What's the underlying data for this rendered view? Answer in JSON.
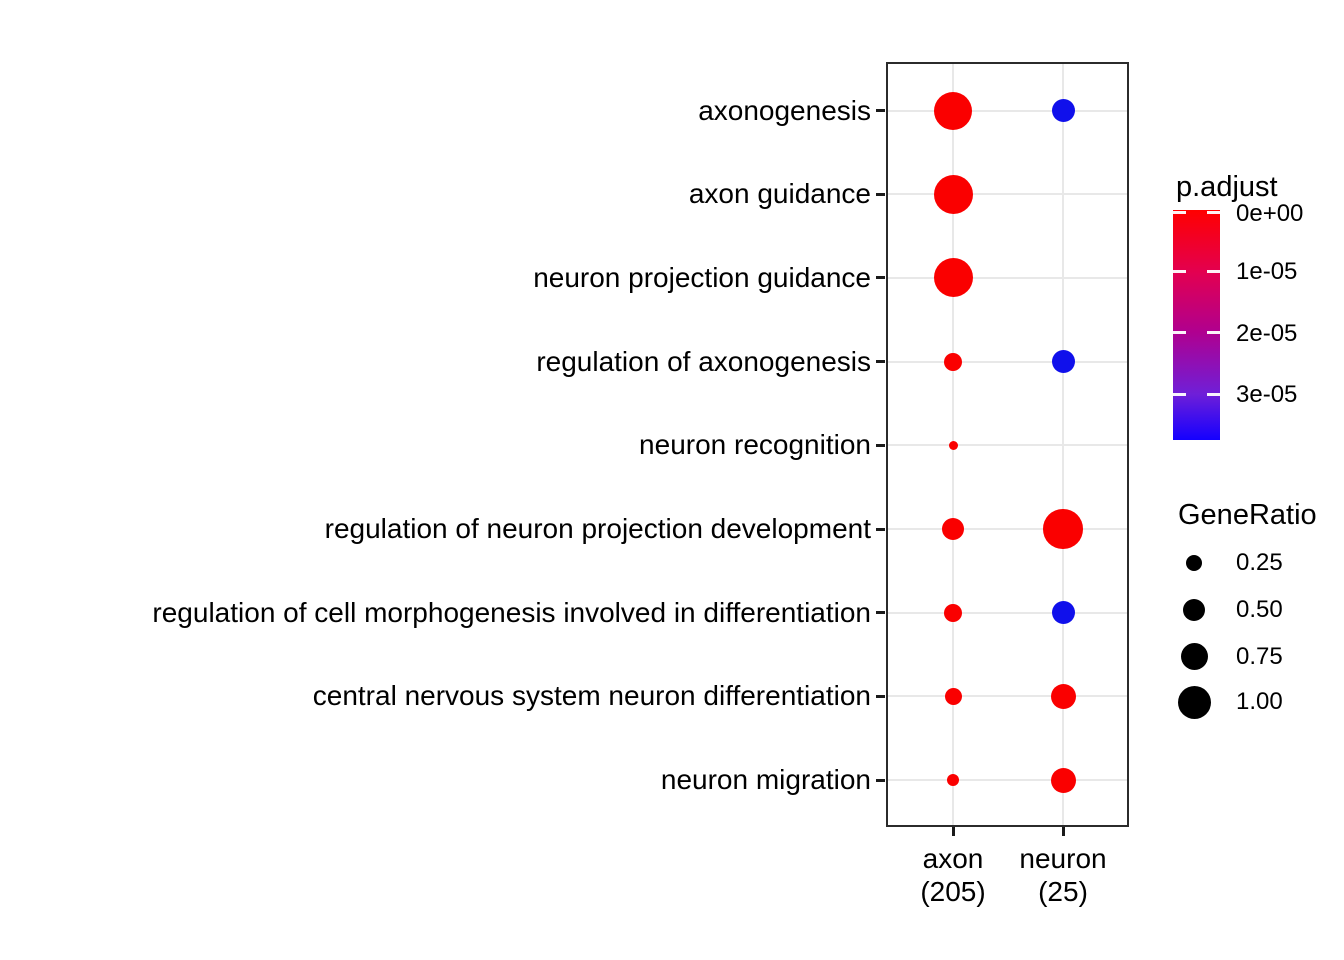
{
  "chart_data": {
    "type": "scatter",
    "subtype": "enrichment-dotplot",
    "title": "",
    "grid": true,
    "x_axis": {
      "label": "",
      "categories": [
        {
          "id": "axon",
          "line1": "axon",
          "line2": "(205)"
        },
        {
          "id": "neuron",
          "line1": "neuron",
          "line2": "(25)"
        }
      ]
    },
    "y_axis": {
      "label": "",
      "categories": [
        "axonogenesis",
        "axon guidance",
        "neuron projection guidance",
        "regulation of axonogenesis",
        "neuron recognition",
        "regulation of neuron projection development",
        "regulation of cell morphogenesis involved in differentiation",
        "central nervous system neuron differentiation",
        "neuron migration"
      ]
    },
    "points": [
      {
        "term": "axonogenesis",
        "cluster": "axon",
        "gene_ratio_est": 1.0,
        "p_adjust_est": "<1e-06",
        "color": "#fa0000",
        "radius_px": 19
      },
      {
        "term": "axonogenesis",
        "cluster": "neuron",
        "gene_ratio_est": 0.5,
        "p_adjust_est": "~3e-05",
        "color": "#1010eb",
        "radius_px": 11.5
      },
      {
        "term": "axon guidance",
        "cluster": "axon",
        "gene_ratio_est": 1.0,
        "p_adjust_est": "<1e-06",
        "color": "#fa0000",
        "radius_px": 19.5
      },
      {
        "term": "neuron projection guidance",
        "cluster": "axon",
        "gene_ratio_est": 1.0,
        "p_adjust_est": "<1e-06",
        "color": "#fa0000",
        "radius_px": 19.5
      },
      {
        "term": "regulation of axonogenesis",
        "cluster": "axon",
        "gene_ratio_est": 0.3,
        "p_adjust_est": "<1e-06",
        "color": "#fa0000",
        "radius_px": 9
      },
      {
        "term": "regulation of axonogenesis",
        "cluster": "neuron",
        "gene_ratio_est": 0.5,
        "p_adjust_est": "~3e-05",
        "color": "#1010eb",
        "radius_px": 11.5
      },
      {
        "term": "neuron recognition",
        "cluster": "axon",
        "gene_ratio_est": 0.08,
        "p_adjust_est": "<1e-06",
        "color": "#fa0000",
        "radius_px": 4.5
      },
      {
        "term": "regulation of neuron projection development",
        "cluster": "axon",
        "gene_ratio_est": 0.45,
        "p_adjust_est": "<1e-06",
        "color": "#fa0000",
        "radius_px": 11
      },
      {
        "term": "regulation of neuron projection development",
        "cluster": "neuron",
        "gene_ratio_est": 1.0,
        "p_adjust_est": "<1e-06",
        "color": "#fa0000",
        "radius_px": 19.7
      },
      {
        "term": "regulation of cell morphogenesis involved in differentiation",
        "cluster": "axon",
        "gene_ratio_est": 0.3,
        "p_adjust_est": "<1e-06",
        "color": "#fa0000",
        "radius_px": 9
      },
      {
        "term": "regulation of cell morphogenesis involved in differentiation",
        "cluster": "neuron",
        "gene_ratio_est": 0.5,
        "p_adjust_est": "~3e-05",
        "color": "#1010eb",
        "radius_px": 11.5
      },
      {
        "term": "central nervous system neuron differentiation",
        "cluster": "axon",
        "gene_ratio_est": 0.25,
        "p_adjust_est": "<1e-06",
        "color": "#fa0000",
        "radius_px": 8.5
      },
      {
        "term": "central nervous system neuron differentiation",
        "cluster": "neuron",
        "gene_ratio_est": 0.55,
        "p_adjust_est": "<1e-06",
        "color": "#fa0000",
        "radius_px": 12.5
      },
      {
        "term": "neuron migration",
        "cluster": "axon",
        "gene_ratio_est": 0.15,
        "p_adjust_est": "<1e-06",
        "color": "#fa0000",
        "radius_px": 6
      },
      {
        "term": "neuron migration",
        "cluster": "neuron",
        "gene_ratio_est": 0.55,
        "p_adjust_est": "<1e-06",
        "color": "#fa0000",
        "radius_px": 12.5
      }
    ],
    "legends": {
      "color": {
        "title": "p.adjust",
        "tick_labels": [
          "0e+00",
          "1e-05",
          "2e-05",
          "3e-05"
        ],
        "bar_range_est": [
          0,
          3.75e-05
        ],
        "gradient_stops": [
          "#ff0000",
          "#e30050",
          "#b0008f",
          "#6f1fd8",
          "#1400ff"
        ],
        "gradient_positions": [
          0,
          0.27,
          0.53,
          0.8,
          1
        ]
      },
      "size": {
        "title": "GeneRatio",
        "entries": [
          {
            "label": "0.25",
            "value": 0.25,
            "radius_px": 8.3
          },
          {
            "label": "0.50",
            "value": 0.5,
            "radius_px": 11.2
          },
          {
            "label": "0.75",
            "value": 0.75,
            "radius_px": 13.5
          },
          {
            "label": "1.00",
            "value": 1.0,
            "radius_px": 16.5
          }
        ]
      }
    },
    "colors": {
      "red_low_padjust": "#fa0000",
      "blue_high_padjust": "#1010eb",
      "gridline": "#e8e8e8",
      "panel_border": "#2b2b2b"
    }
  }
}
